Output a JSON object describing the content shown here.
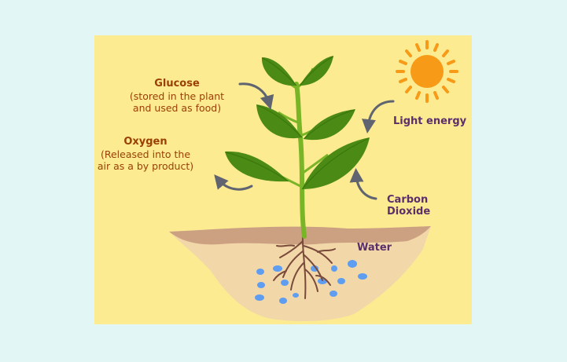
{
  "labels": {
    "glucose_title": "Glucose",
    "glucose_line1": "(stored in the plant",
    "glucose_line2": "and used as food)",
    "oxygen_title": "Oxygen",
    "oxygen_line1": "(Released into the",
    "oxygen_line2": "air as a by product)",
    "light": "Light energy",
    "co2": "Carbon Dioxide",
    "water": "Water"
  },
  "colors": {
    "background": "#e2f6f6",
    "panel": "#fdeb91",
    "sun": "#f79a17",
    "leaf": "#4b8a14",
    "stem": "#7ab427",
    "soil": "#f2d7a9",
    "soil_top": "#cca182",
    "root": "#7a4a3a",
    "water": "#5f9df0",
    "arrow": "#5f6470",
    "label_red": "#9a3f05",
    "label_purple": "#5a2f6b"
  }
}
